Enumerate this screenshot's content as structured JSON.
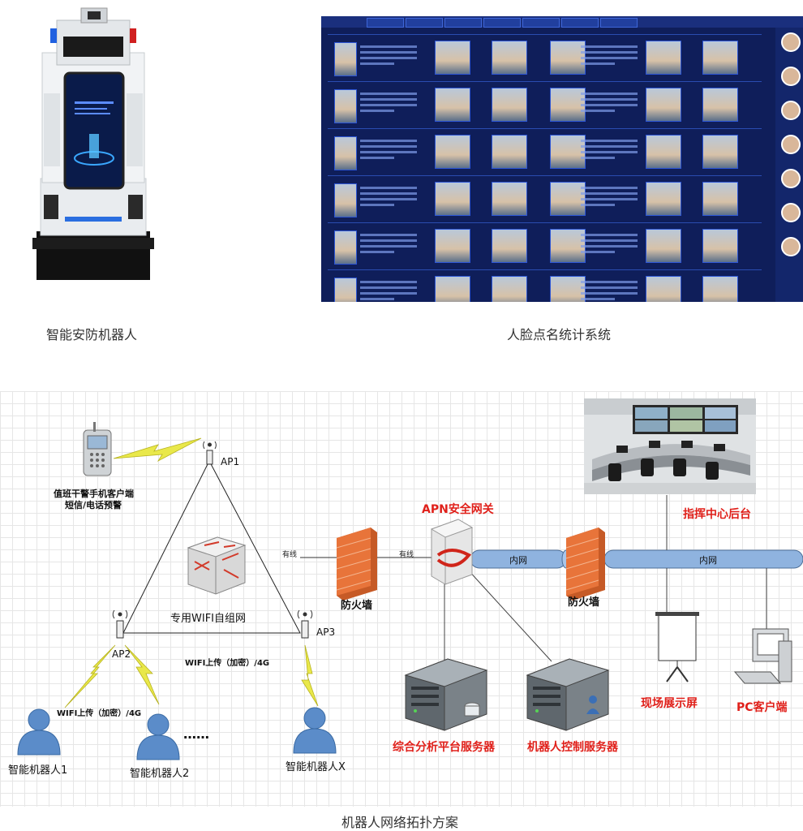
{
  "captions": {
    "robot": "智能安防机器人",
    "face_system": "人脸点名统计系统",
    "topology": "机器人网络拓扑方案"
  },
  "diagram": {
    "phone_label_1": "值班干警手机客户端",
    "phone_label_2": "短信/电话预警",
    "ap1": "AP1",
    "ap2": "AP2",
    "ap3": "AP3",
    "wifi_mesh": "专用WIFI自组网",
    "wifi_upload_mid": "WIFI上传（加密）/4G",
    "wifi_upload_left": "WIFI上传（加密）/4G",
    "wired_1": "有线",
    "wired_2": "有线",
    "firewall_1": "防火墙",
    "firewall_2": "防火墙",
    "apn_gateway": "APN安全网关",
    "intranet_1": "内网",
    "intranet_2": "内网",
    "command_center": "指挥中心后台",
    "display_screen": "现场展示屏",
    "pc_client": "PC客户端",
    "analysis_server": "综合分析平台服务器",
    "robot_control_server": "机器人控制服务器",
    "robot_1": "智能机器人1",
    "robot_2": "智能机器人2",
    "robot_x": "智能机器人X",
    "ellipsis": "……"
  },
  "colors": {
    "label_red": "#e0201a",
    "pipe_blue": "#8fb3df",
    "firewall_orange": "#e8743a",
    "robot_user_blue": "#5b8cc9",
    "lightning_yellow": "#e9e84a"
  }
}
